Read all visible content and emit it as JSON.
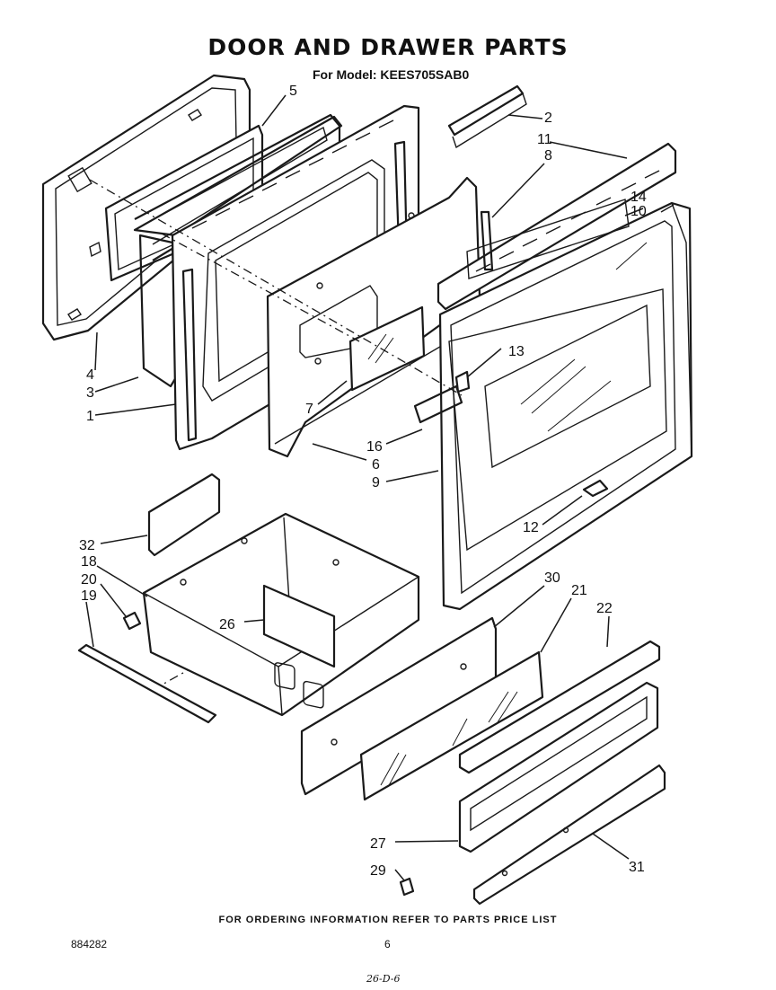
{
  "title": "DOOR AND DRAWER PARTS",
  "subtitle": "For Model: KEES705SAB0",
  "callouts": {
    "c1": "1",
    "c2": "2",
    "c3": "3",
    "c4": "4",
    "c5": "5",
    "c6": "6",
    "c7": "7",
    "c8": "8",
    "c9": "9",
    "c10": "10",
    "c11": "11",
    "c12": "12",
    "c13": "13",
    "c14": "14",
    "c16": "16",
    "c18": "18",
    "c19": "19",
    "c20": "20",
    "c21": "21",
    "c22": "22",
    "c26": "26",
    "c27": "27",
    "c29": "29",
    "c30": "30",
    "c31": "31",
    "c32": "32"
  },
  "footer": {
    "ordering_note": "FOR ORDERING INFORMATION REFER TO PARTS PRICE LIST",
    "doc_number": "884282",
    "page_number": "6",
    "handwritten_code": "26-D-6"
  }
}
